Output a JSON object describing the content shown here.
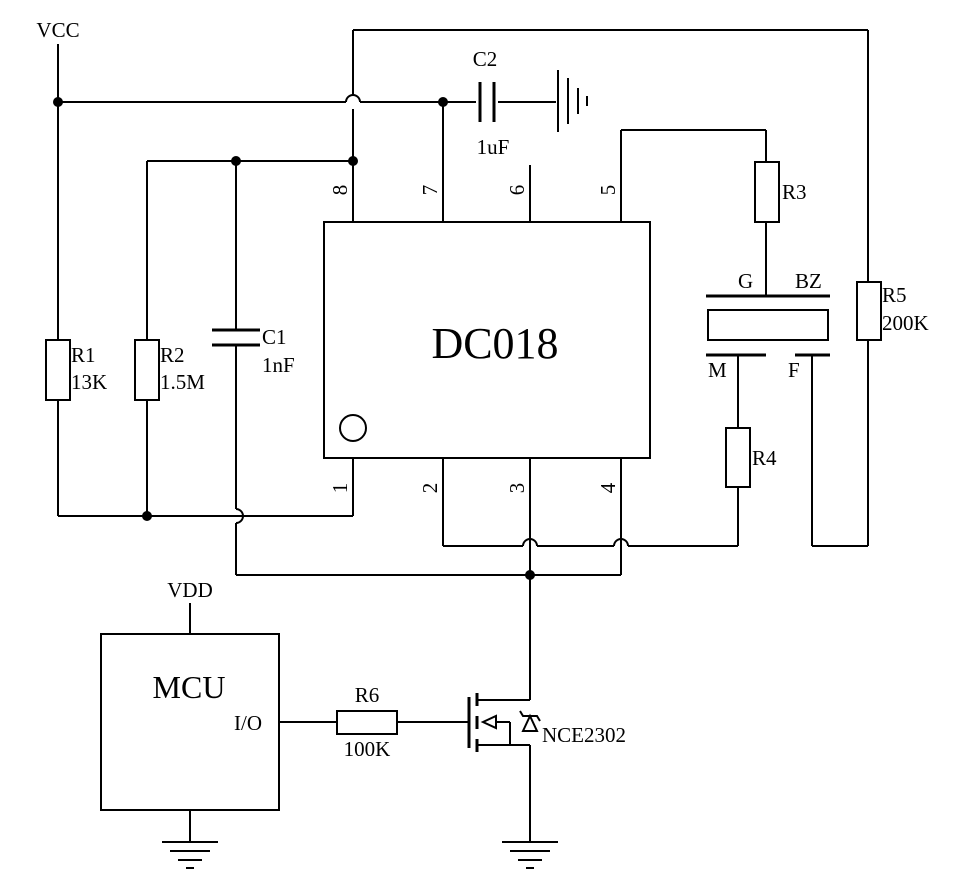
{
  "labels": {
    "vcc": "VCC",
    "vdd": "VDD",
    "chip": "DC018",
    "mcu": "MCU",
    "io": "I/O",
    "c1": "C1",
    "c1_value": "1nF",
    "c2": "C2",
    "c2_value": "1uF",
    "r1": "R1",
    "r1_value": "13K",
    "r2": "R2",
    "r2_value": "1.5M",
    "r3": "R3",
    "r4": "R4",
    "r5": "R5",
    "r5_value": "200K",
    "r6": "R6",
    "r6_value": "100K",
    "mosfet": "NCE2302",
    "bz_g": "G",
    "bz": "BZ",
    "bz_m": "M",
    "bz_f": "F"
  },
  "pins": {
    "p1": "1",
    "p2": "2",
    "p3": "3",
    "p4": "4",
    "p5": "5",
    "p6": "6",
    "p7": "7",
    "p8": "8"
  }
}
